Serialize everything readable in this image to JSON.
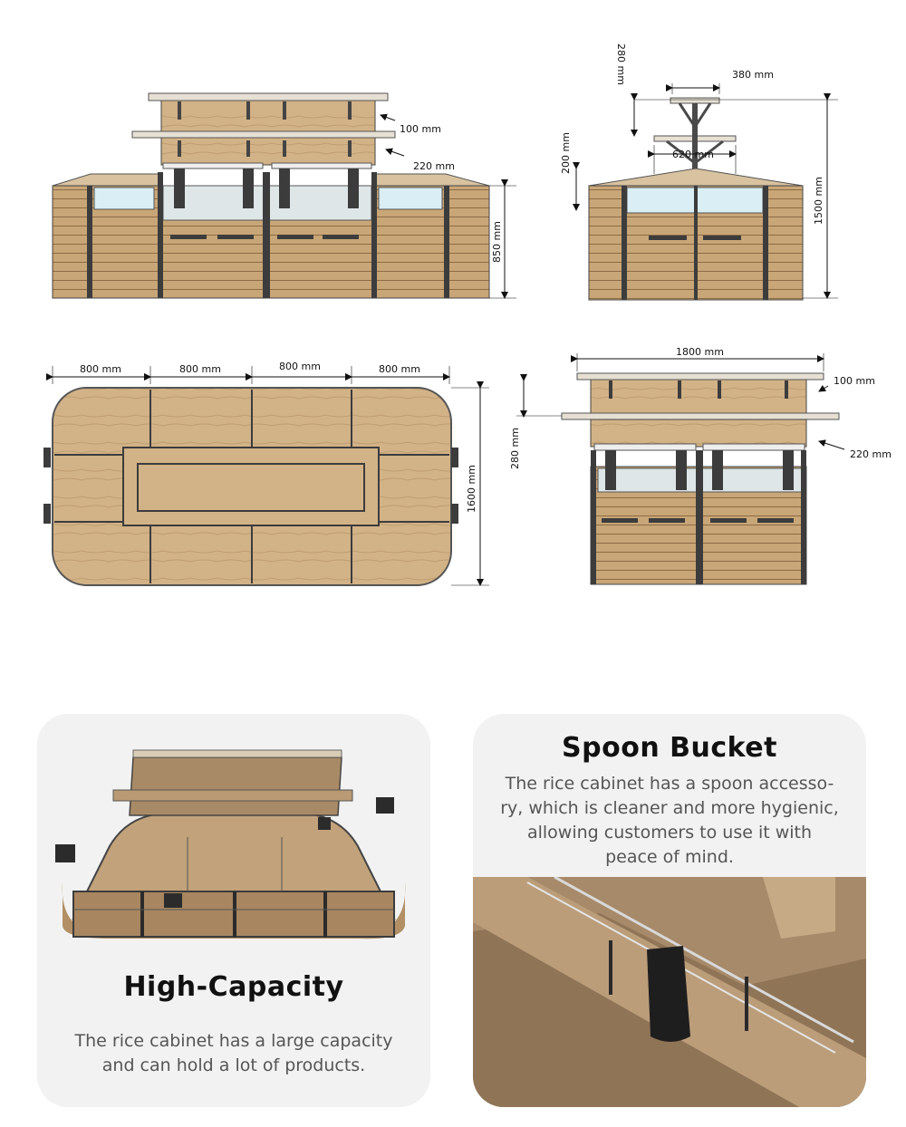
{
  "dimensions": {
    "front": {
      "top_shelf_depth": "100 mm",
      "lower_shelf_depth": "220 mm",
      "body_height": "850 mm"
    },
    "side": {
      "top_rack_height": "280 mm",
      "top_rack_width": "380 mm",
      "lower_rack_width": "620 mm",
      "roof_height": "200 mm",
      "total_height": "1500 mm"
    },
    "top": {
      "bay_widths": [
        "800 mm",
        "800 mm",
        "800 mm",
        "800 mm"
      ],
      "depth": "1600 mm"
    },
    "end": {
      "total_width": "1800 mm",
      "top_shelf_depth": "100 mm",
      "shelf_spacing": "280 mm",
      "lower_shelf_depth": "220 mm"
    }
  },
  "colors": {
    "wood": "#c9a677",
    "wood_dark": "#a9855a",
    "steel": "#3c3c3c",
    "glass": "#d9eef5",
    "card_bg": "#f2f2f2"
  },
  "cards": [
    {
      "title": "High-Capacity",
      "description_lines": [
        "The rice cabinet has a large capacity",
        "and can hold a lot of products."
      ]
    },
    {
      "title": "Spoon Bucket",
      "description_lines": [
        "The rice cabinet has a spoon accesso-",
        "ry, which is cleaner and more hygienic,",
        "allowing customers to use it with",
        "peace of mind."
      ]
    }
  ]
}
